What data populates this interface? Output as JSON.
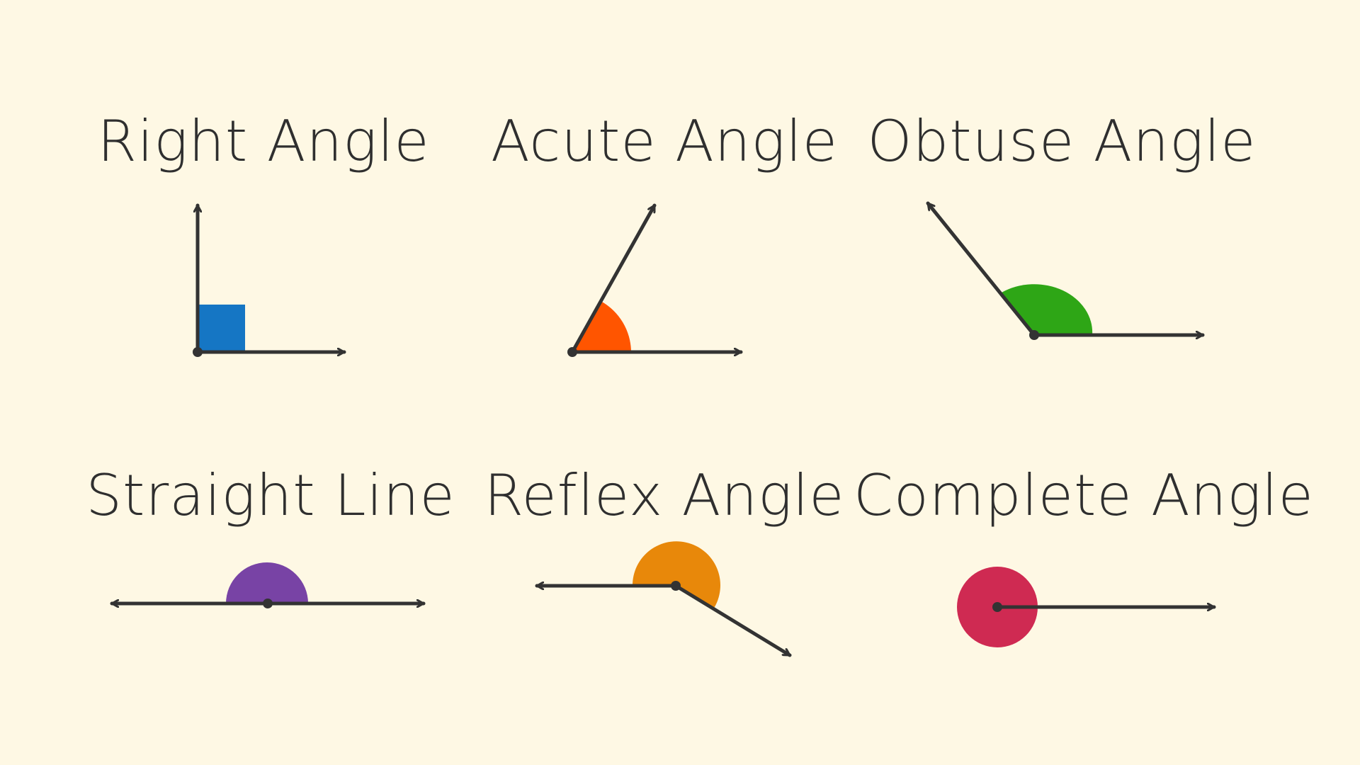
{
  "diagrams": [
    {
      "id": "right",
      "title": "Right Angle",
      "color": "#1576c4"
    },
    {
      "id": "acute",
      "title": "Acute Angle",
      "color": "#ff5500"
    },
    {
      "id": "obtuse",
      "title": "Obtuse Angle",
      "color": "#2ea616"
    },
    {
      "id": "straight",
      "title": "Straight Line",
      "color": "#7843a5"
    },
    {
      "id": "reflex",
      "title": "Reflex Angle",
      "color": "#e8880a"
    },
    {
      "id": "complete",
      "title": "Complete Angle",
      "color": "#cf2a52"
    }
  ],
  "line_color": "#333333"
}
